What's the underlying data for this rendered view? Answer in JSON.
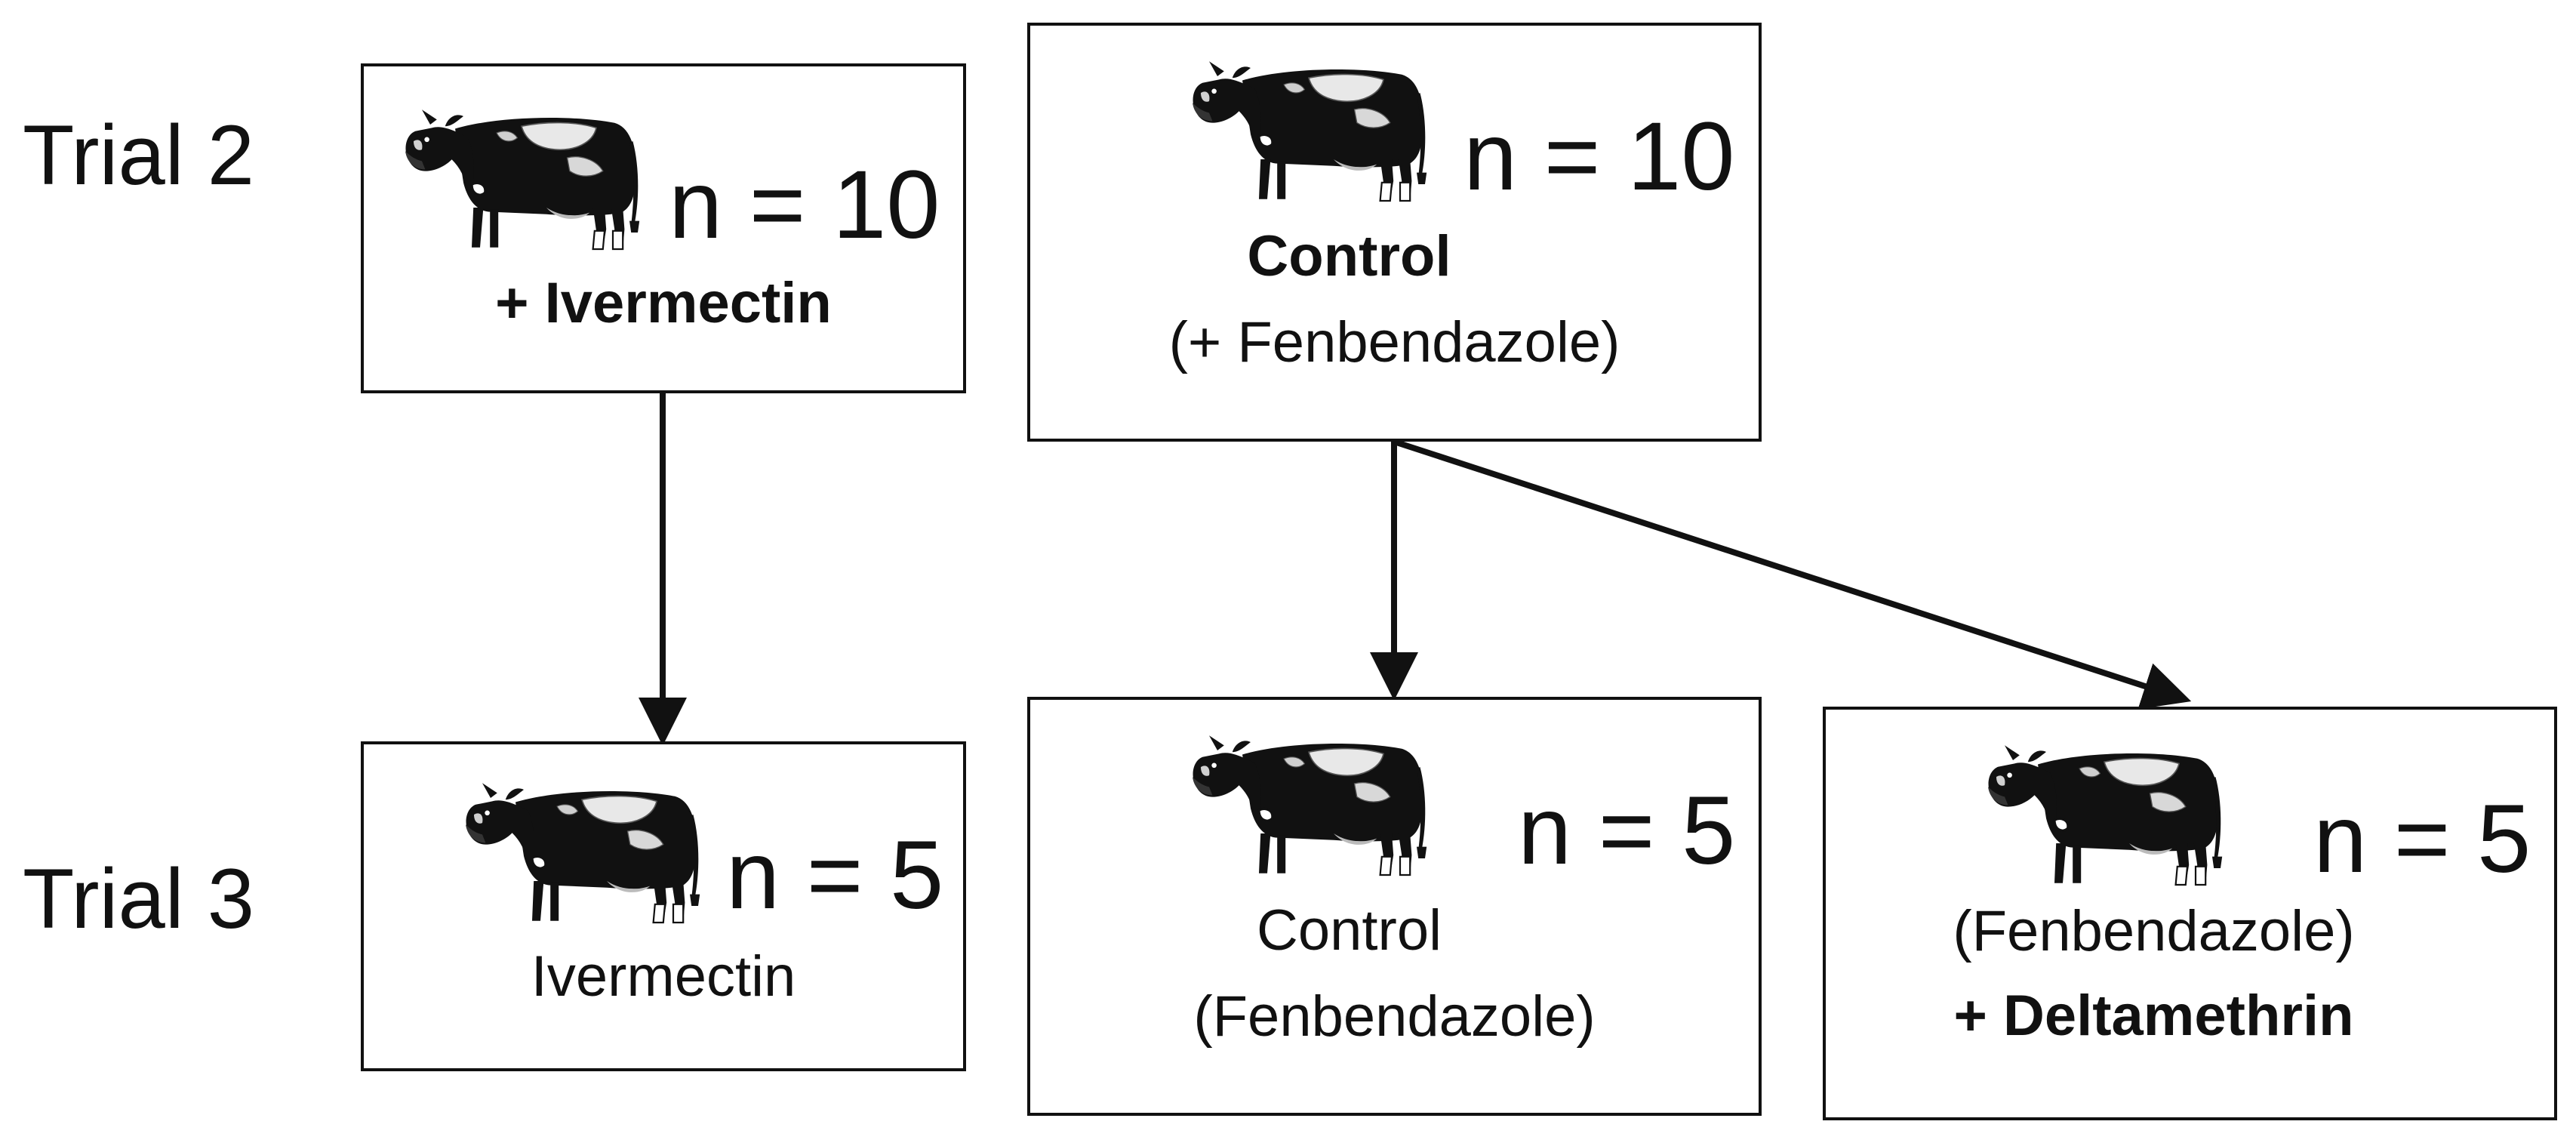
{
  "trials": [
    {
      "label": "Trial 2"
    },
    {
      "label": "Trial 3"
    }
  ],
  "groups": {
    "t2_ivermectin": {
      "n": "n = 10",
      "line1": "+ Ivermectin"
    },
    "t2_control": {
      "n": "n = 10",
      "line1": "Control",
      "line2": "(+ Fenbendazole)"
    },
    "t3_ivermectin": {
      "n": "n = 5",
      "line1": "Ivermectin"
    },
    "t3_control": {
      "n": "n = 5",
      "line1": "Control",
      "line2": "(Fenbendazole)"
    },
    "t3_deltamethrin": {
      "n": "n = 5",
      "line1": "(Fenbendazole)",
      "line2": "+ Deltamethrin"
    }
  },
  "icons": {
    "animal": "cow-icon"
  },
  "colors": {
    "line": "#111111",
    "background": "#ffffff"
  }
}
